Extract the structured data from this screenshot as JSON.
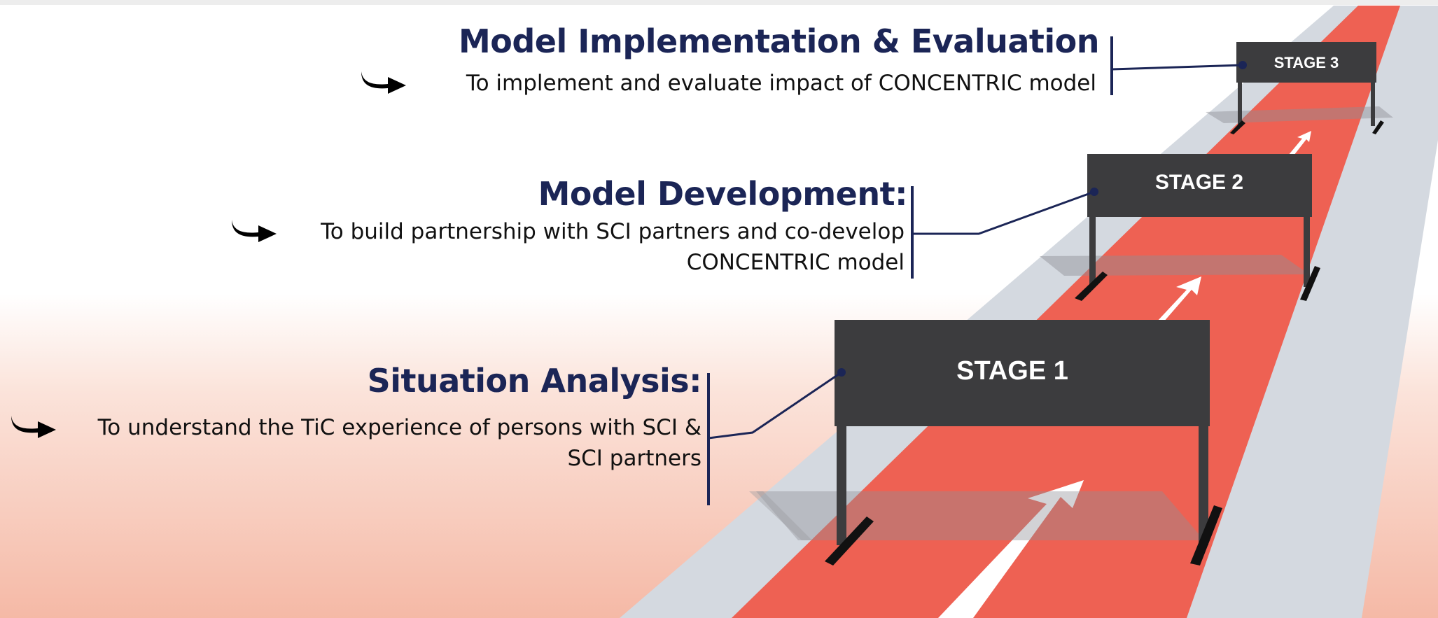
{
  "stages": [
    {
      "badge": "STAGE 1",
      "title": "Situation Analysis:",
      "description_lines": [
        "To understand the TiC experience of persons with SCI &",
        "SCI partners"
      ]
    },
    {
      "badge": "STAGE 2",
      "title": "Model Development:",
      "description_lines": [
        "To build partnership with SCI partners and co-develop",
        "CONCENTRIC model"
      ]
    },
    {
      "badge": "STAGE 3",
      "title": "Model Implementation & Evaluation",
      "description_lines": [
        "To implement and evaluate impact of CONCENTRIC model"
      ]
    }
  ],
  "icons": {
    "bullet": "curved-arrow-icon",
    "track_arrow": "up-arrow-icon"
  },
  "colors": {
    "title": "#1b2556",
    "connector": "#1b2556",
    "track": "#ee6153",
    "track_border": "#d4d9e0",
    "hurdle": "#3c3c3e"
  }
}
